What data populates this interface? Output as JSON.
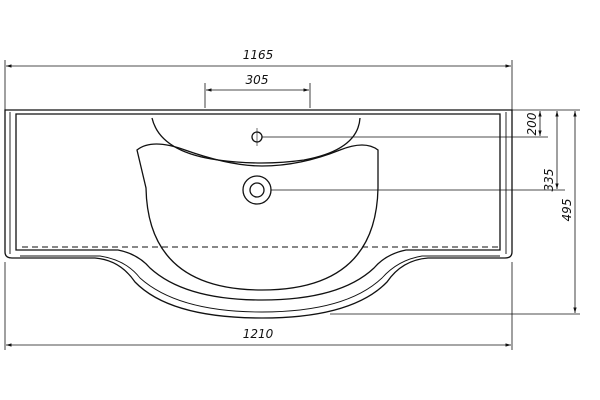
{
  "drawing": {
    "dimensions": {
      "overall_top_width": "1165",
      "tap_hole_span": "305",
      "overall_bottom_width": "1210",
      "tap_hole_depth": "200",
      "drain_depth": "335",
      "overall_depth": "495"
    },
    "colors": {
      "line": "#111111",
      "background": "#ffffff"
    }
  }
}
